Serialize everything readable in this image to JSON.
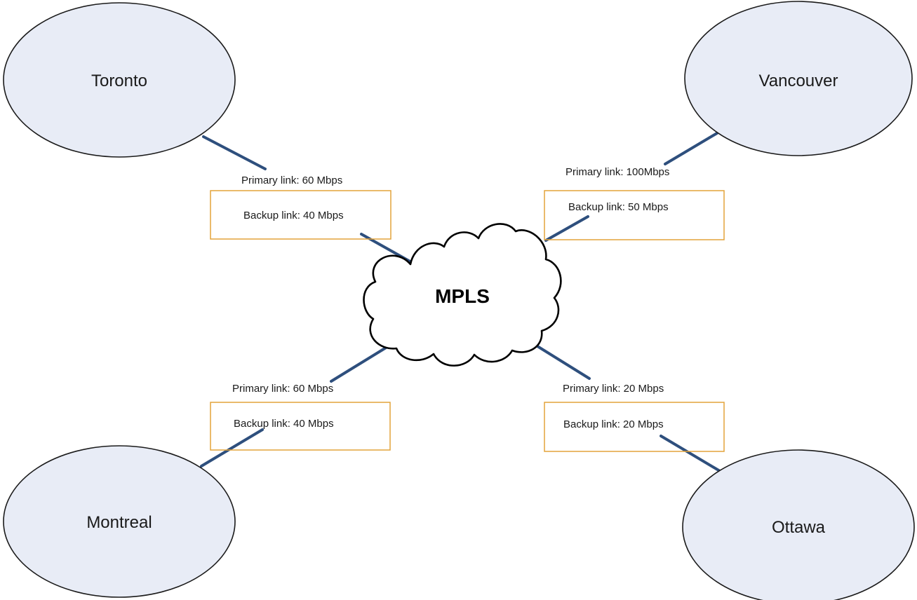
{
  "diagram": {
    "core": {
      "label": "MPLS"
    },
    "sites": {
      "toronto": {
        "label": "Toronto"
      },
      "vancouver": {
        "label": "Vancouver"
      },
      "montreal": {
        "label": "Montreal"
      },
      "ottawa": {
        "label": "Ottawa"
      }
    },
    "links": {
      "toronto": {
        "primary": "Primary link: 60 Mbps",
        "backup": "Backup link: 40 Mbps"
      },
      "vancouver": {
        "primary": "Primary link: 100Mbps",
        "backup": "Backup link: 50 Mbps"
      },
      "montreal": {
        "primary": "Primary link: 60 Mbps",
        "backup": "Backup link: 40 Mbps"
      },
      "ottawa": {
        "primary": "Primary link: 20 Mbps",
        "backup": "Backup link: 20 Mbps"
      }
    },
    "colors": {
      "site_fill": "#e8ecf6",
      "site_stroke": "#1a1a1a",
      "link_line": "#2e4f7d",
      "backup_box": "#e3a33a",
      "cloud_fill": "#ffffff",
      "cloud_stroke": "#000000"
    }
  }
}
